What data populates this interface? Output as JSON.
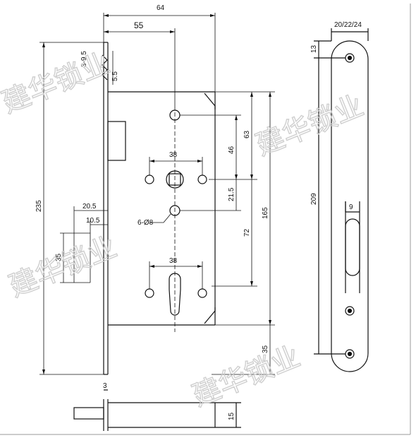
{
  "dimensions": {
    "d64": "64",
    "d55": "55",
    "d3_9_5": "3-9.5",
    "d5_5": "5.5",
    "d63": "63",
    "d46": "46",
    "d38_top": "38",
    "d21_5": "21.5",
    "d235": "235",
    "d165": "165",
    "d72": "72",
    "d20_5": "20.5",
    "d10_5": "10.5",
    "d6_phi8": "6-Ø8",
    "d35_left": "35",
    "d38_bottom": "38",
    "d35_bottom": "35",
    "d3": "3",
    "d15": "15",
    "d20_22_24": "20/22/24",
    "d13": "13",
    "d209": "209",
    "d9": "9"
  },
  "watermark": {
    "w1": "建华锁业",
    "w2": "建华锁业",
    "w3": "建华锁业",
    "w4": "建华锁业"
  }
}
